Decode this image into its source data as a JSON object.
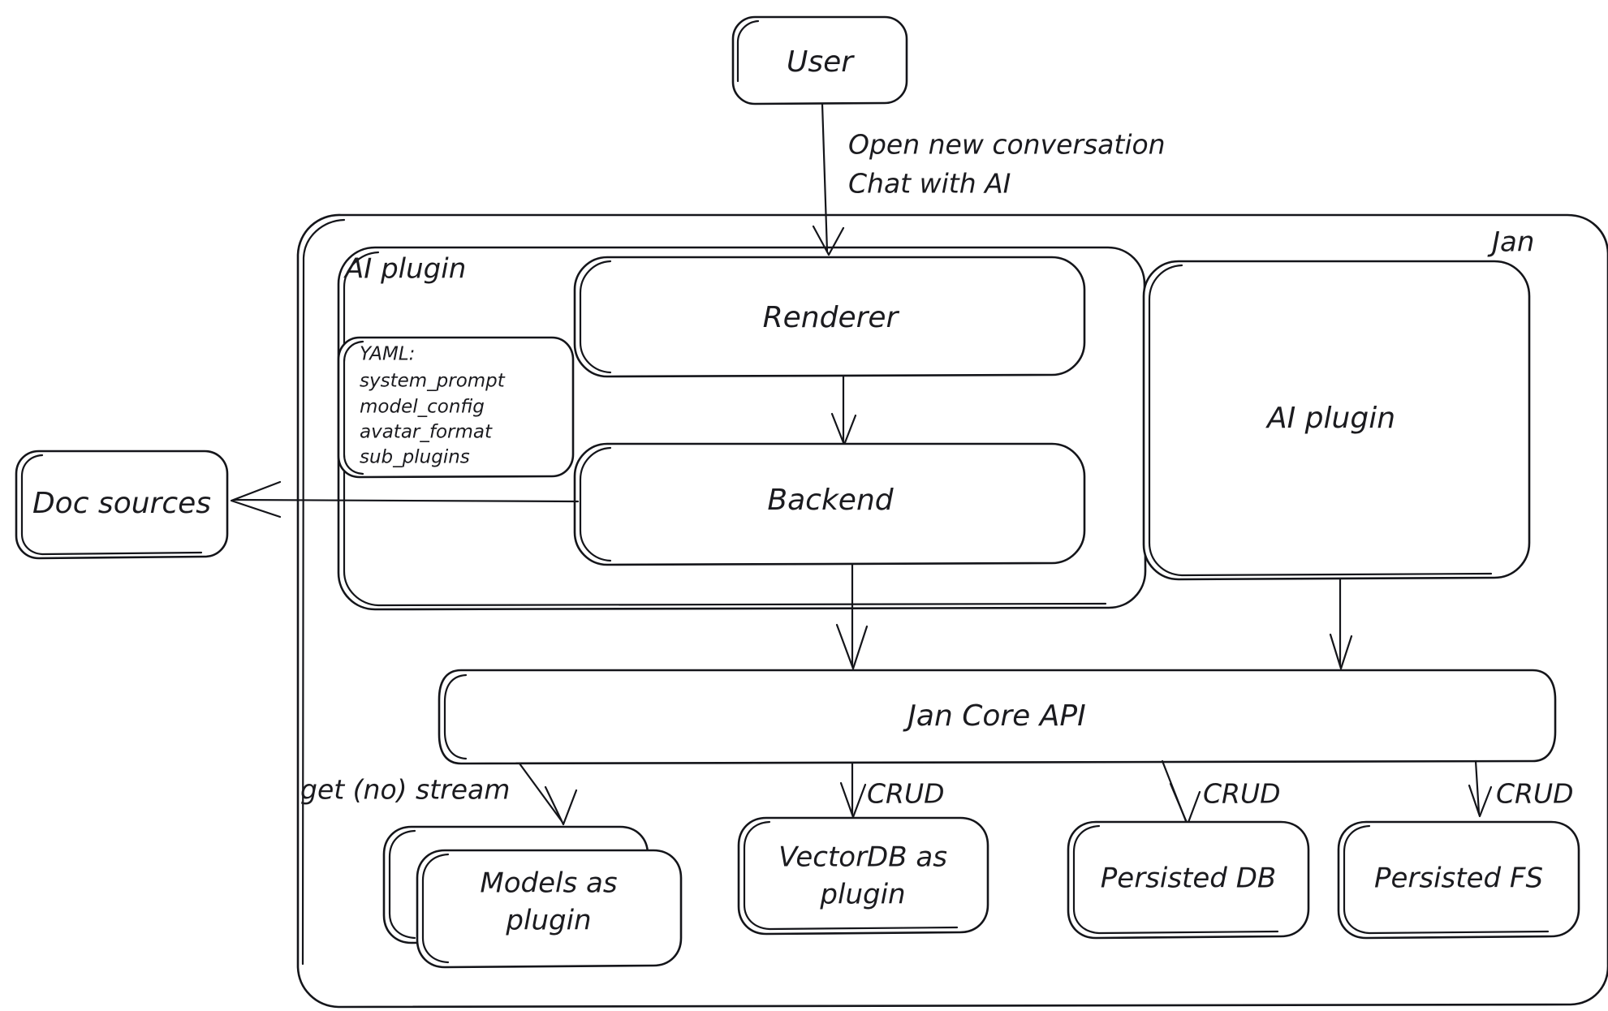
{
  "diagram": {
    "title_visible": false,
    "style": "hand-drawn-excalidraw",
    "stroke_color": "#14151a",
    "background_color": "#ffffff",
    "text_color": "#1b1b1f"
  },
  "containers": {
    "jan": {
      "label": "Jan",
      "label_position": "top-right"
    },
    "ai_plugin_group": {
      "label": "AI plugin",
      "label_position": "top-left"
    }
  },
  "nodes": {
    "user": {
      "label": "User"
    },
    "renderer": {
      "label": "Renderer"
    },
    "backend": {
      "label": "Backend"
    },
    "ai_plugin_right": {
      "label": "AI plugin"
    },
    "doc_sources": {
      "label": "Doc sources"
    },
    "jan_core_api": {
      "label": "Jan Core API"
    },
    "models_as_plugin": {
      "label_line1": "Models as",
      "label_line2": "plugin"
    },
    "vectordb_as_plugin": {
      "label_line1": "VectorDB as",
      "label_line2": "plugin"
    },
    "persisted_db": {
      "label": "Persisted DB"
    },
    "persisted_fs": {
      "label": "Persisted FS"
    }
  },
  "yaml_card": {
    "header": "YAML:",
    "items": [
      "system_prompt",
      "model_config",
      "avatar_format",
      "sub_plugins"
    ]
  },
  "edges": {
    "user_to_renderer": {
      "label_line1": "Open new conversation",
      "label_line2": "Chat with AI"
    },
    "renderer_to_backend": {
      "label": ""
    },
    "backend_to_doc_sources": {
      "label": ""
    },
    "backend_to_core": {
      "label": ""
    },
    "ai_plugin_to_core": {
      "label": ""
    },
    "core_to_models": {
      "label": "get (no) stream"
    },
    "core_to_vectordb": {
      "label": "CRUD"
    },
    "core_to_persisted_db": {
      "label": "CRUD"
    },
    "core_to_persisted_fs": {
      "label": "CRUD"
    }
  }
}
